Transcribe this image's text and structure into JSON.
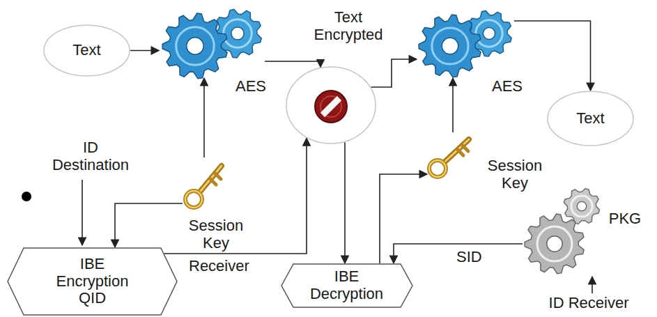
{
  "diagram": {
    "nodes": [
      {
        "text": [
          "Text"
        ]
      },
      {
        "text": [
          "AES"
        ]
      },
      {
        "text": [
          "Text Encrypted"
        ]
      },
      {
        "text": [
          "AES"
        ]
      },
      {
        "text": [
          "Text"
        ]
      },
      {
        "text": [
          "Session Key"
        ]
      },
      {
        "text": [
          "IBE Encryption",
          "QID"
        ]
      },
      {
        "text": [
          "IBE Decryption"
        ]
      },
      {
        "text": [
          "Session Key"
        ]
      },
      {
        "text": [
          "PKG"
        ]
      }
    ],
    "edges": [
      {
        "from": 0,
        "to": 1,
        "arrow": "to"
      },
      {
        "from": 1,
        "to": 2,
        "arrow": "to"
      },
      {
        "from": 2,
        "to": 3,
        "arrow": "to"
      },
      {
        "from": 3,
        "to": 4,
        "arrow": "to"
      },
      {
        "from": 5,
        "to": 1,
        "arrow": "to"
      },
      {
        "from": 5,
        "to": 6,
        "arrow": "to"
      },
      {
        "from": 6,
        "to": 2,
        "label": "Receiver",
        "arrow": "to"
      },
      {
        "from": 2,
        "to": 7,
        "arrow": "to"
      },
      {
        "from": 7,
        "to": 8,
        "arrow": "to"
      },
      {
        "from": 8,
        "to": 3,
        "arrow": "to"
      },
      {
        "from": 9,
        "to": 7,
        "label": "SID",
        "arrow": "to"
      }
    ],
    "labels": [
      "ID Destination",
      "ID Receiver"
    ]
  }
}
